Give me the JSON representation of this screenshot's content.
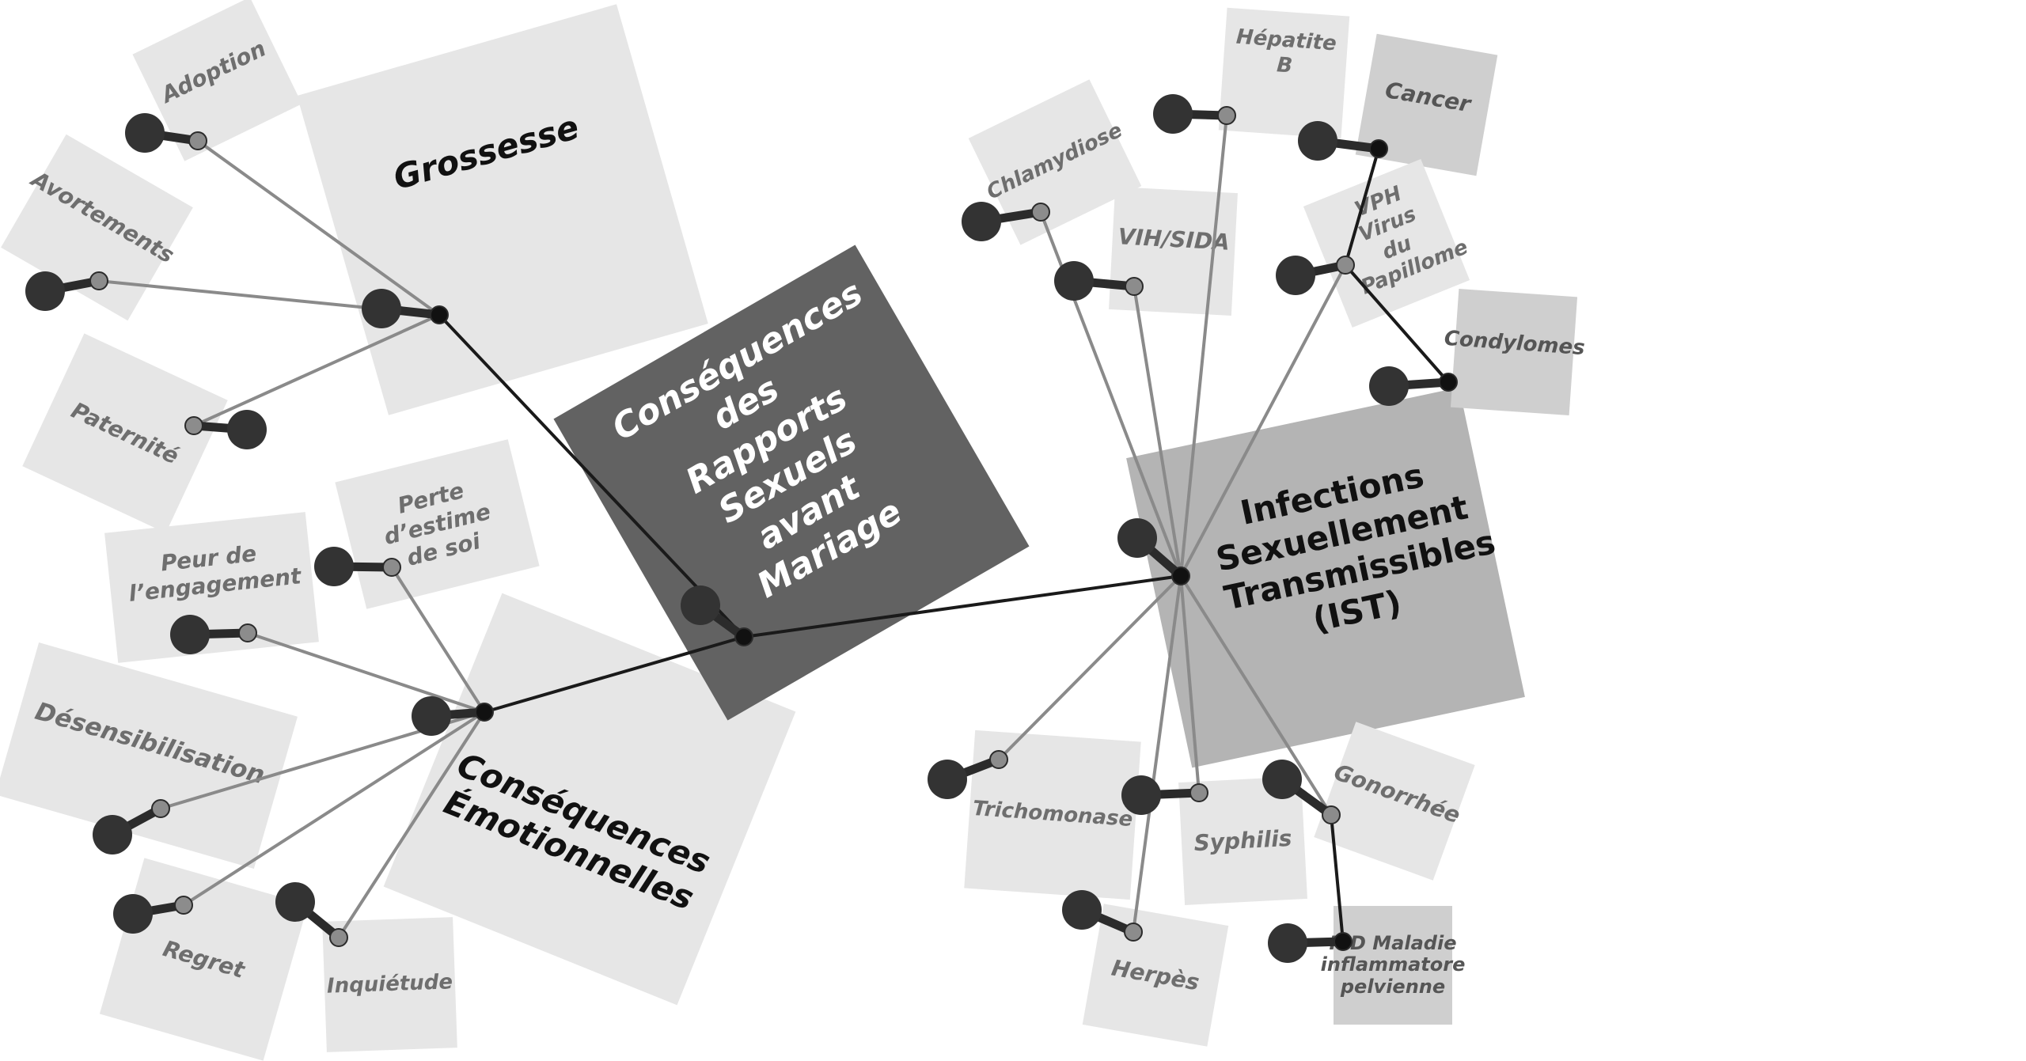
{
  "central": "Conséquences des Rapports Sexuels avant Mariage",
  "branches": {
    "grossesse": {
      "title": "Grossesse",
      "children": {
        "adoption": "Adoption",
        "avortements": "Avortements",
        "paternite": "Paternité"
      }
    },
    "emotionnelles": {
      "title": "Conséquences Émotionnelles",
      "children": {
        "perte_estime": "Perte d’estime de soi",
        "peur_engagement": "Peur de l’engagement",
        "desensibilisation": "Désensibilisation",
        "regret": "Regret",
        "inquietude": "Inquiétude"
      }
    },
    "ist": {
      "title": "Infections Sexuellement Transmissibles (IST)",
      "children": {
        "chlamydiose": "Chlamydiose",
        "vih": "VIH/SIDA",
        "hepatite": "Hépatite B",
        "cancer": "Cancer",
        "vph": "VPH Virus du Papillome",
        "condylomes": "Condylomes",
        "trichomonase": "Trichomonase",
        "syphilis": "Syphilis",
        "gonorrhee": "Gonorrhée",
        "herpes": "Herpès",
        "pid": "PID Maladie inflammatore pelvienne"
      }
    }
  }
}
